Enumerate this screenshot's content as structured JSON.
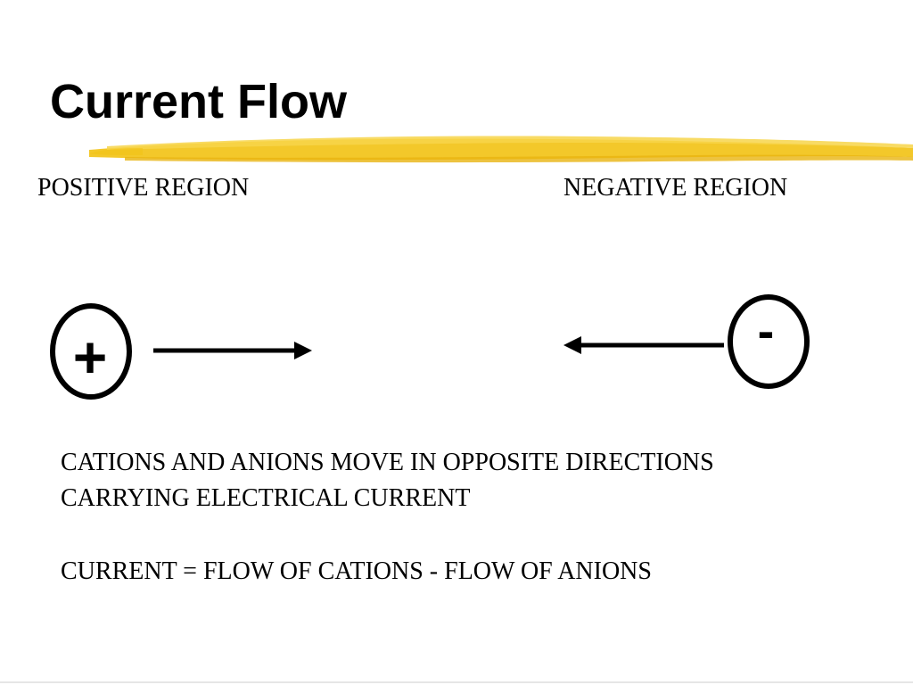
{
  "slide": {
    "title": "Current Flow",
    "accent_color": "#F2C318"
  },
  "regions": {
    "positive_label": "POSITIVE REGION",
    "negative_label": "NEGATIVE REGION"
  },
  "diagram": {
    "positive_symbol": "+",
    "negative_symbol": "-",
    "positive_arrow_icon": "arrow-right-icon",
    "negative_arrow_icon": "arrow-left-icon"
  },
  "body": {
    "line1": "CATIONS AND ANIONS MOVE IN OPPOSITE DIRECTIONS",
    "line2": "CARRYING ELECTRICAL CURRENT",
    "line3": "CURRENT = FLOW OF CATIONS - FLOW OF ANIONS"
  }
}
